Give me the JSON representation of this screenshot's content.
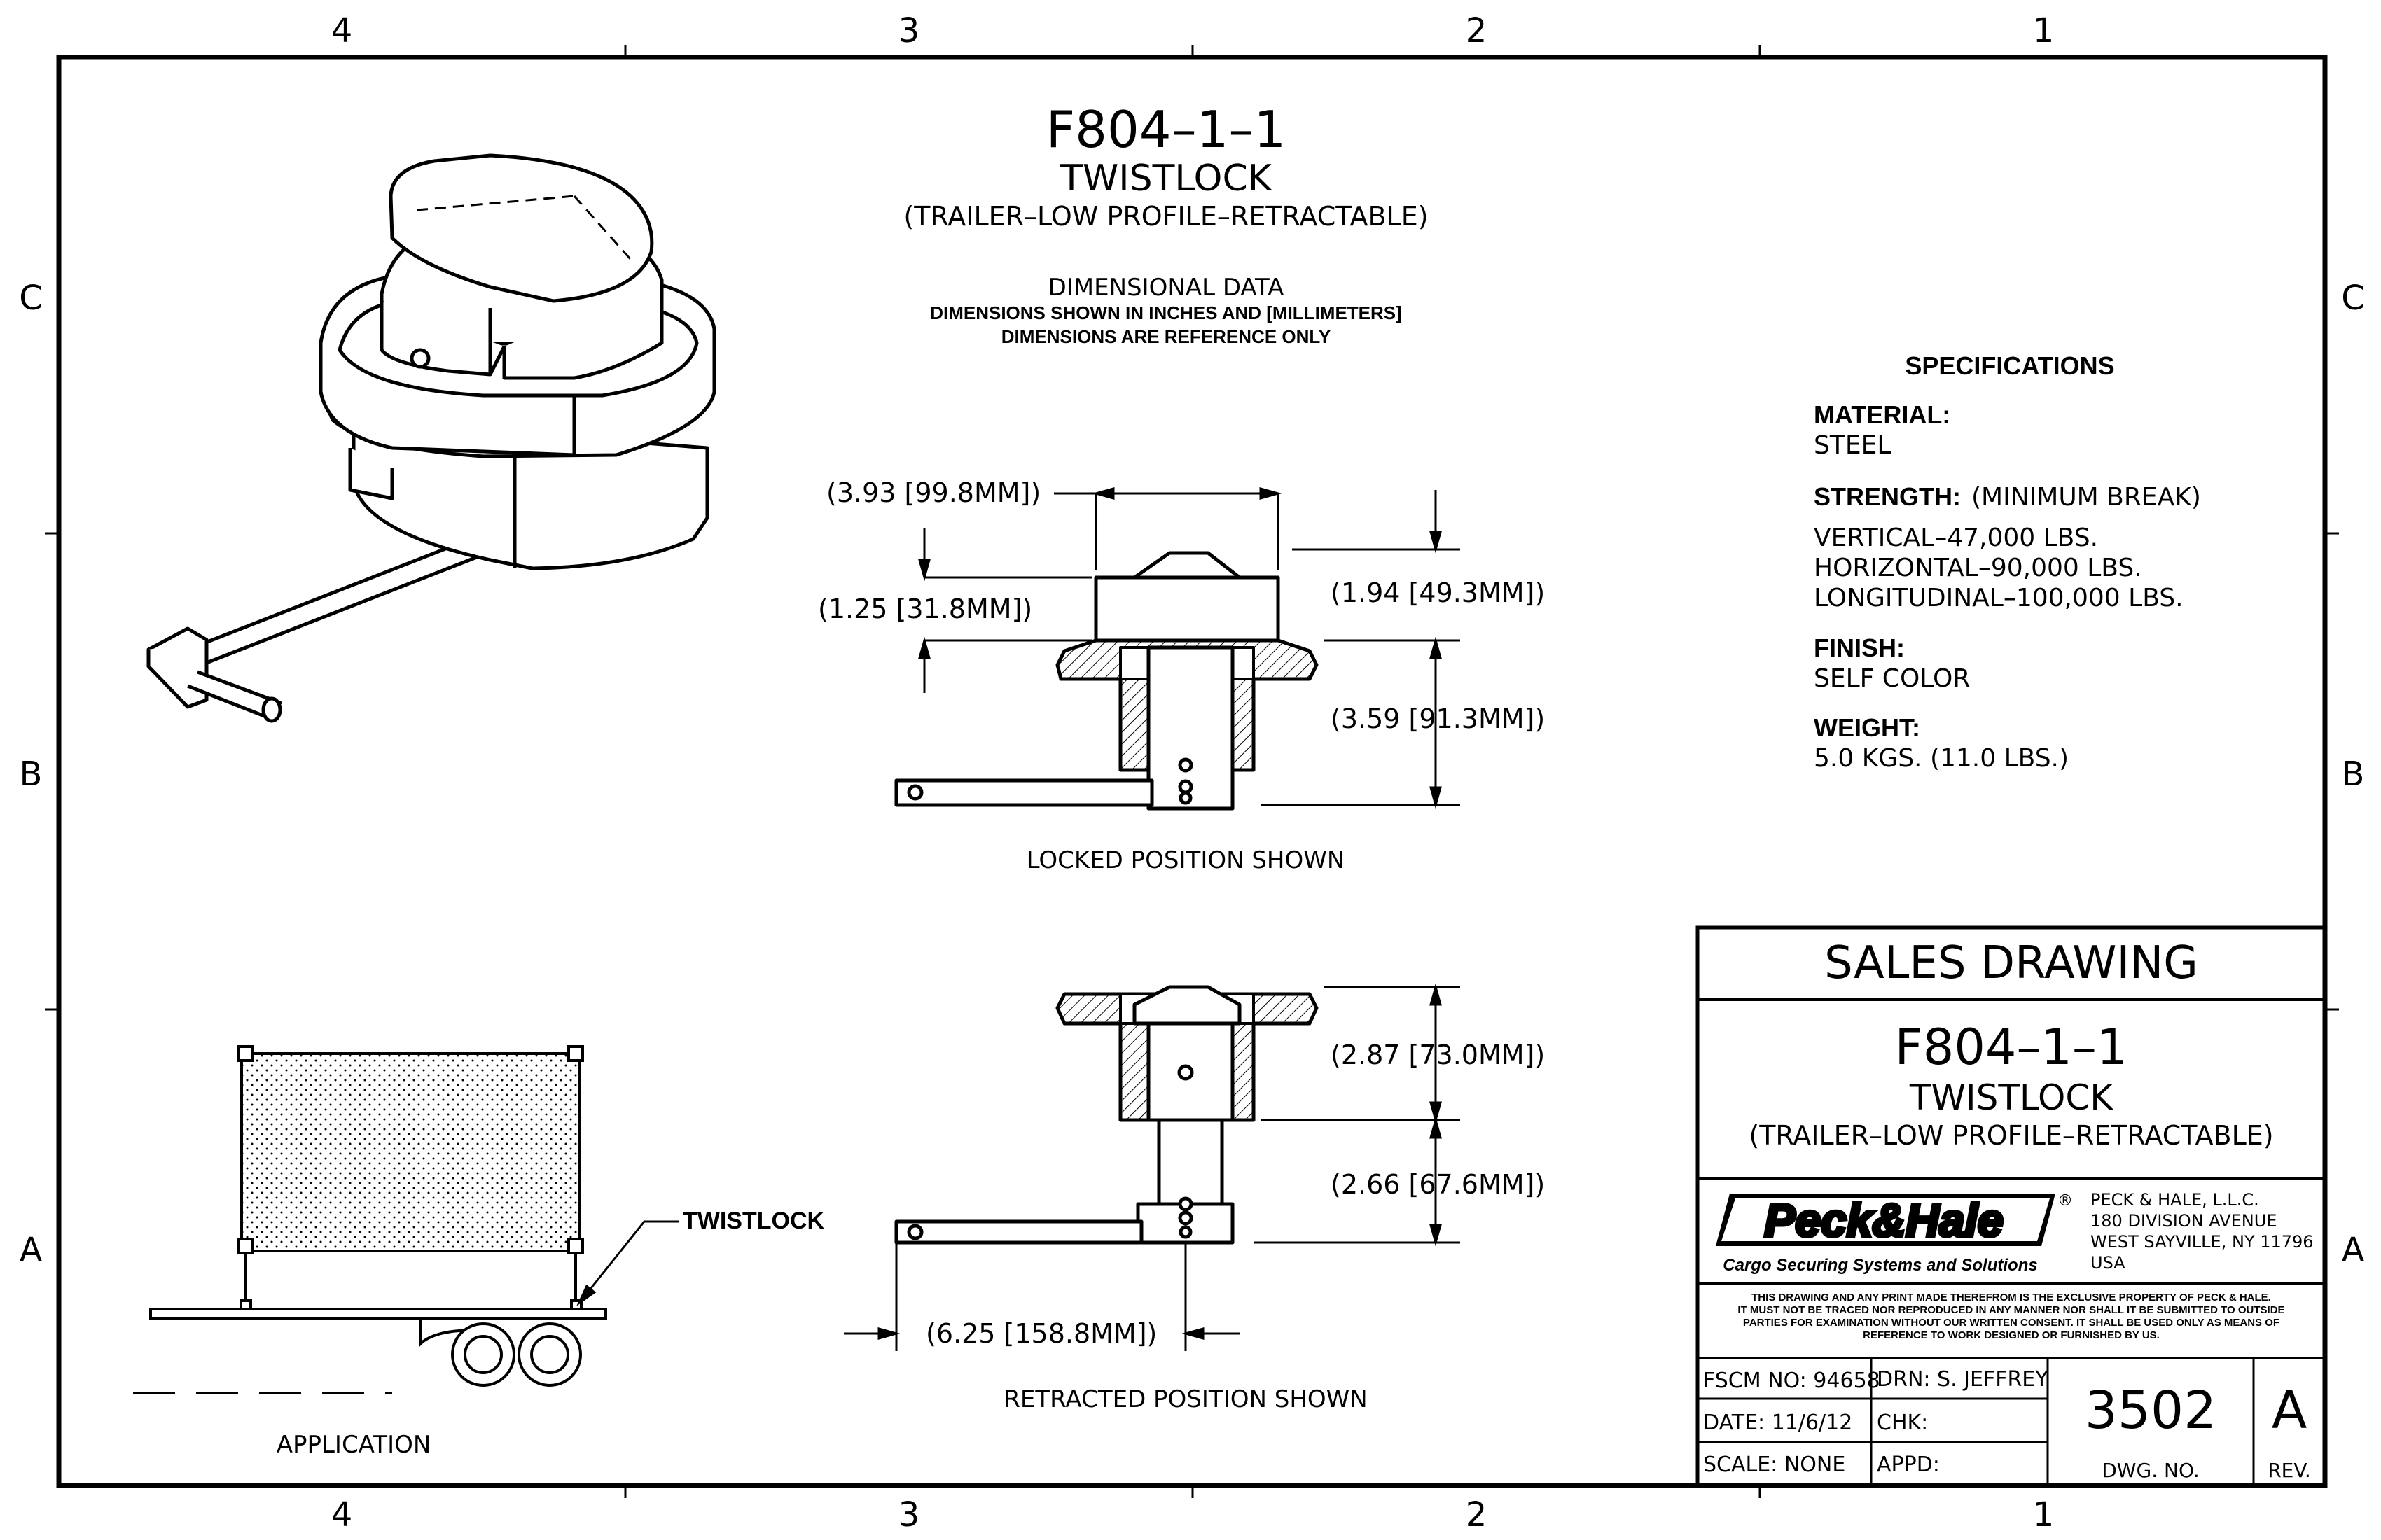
{
  "border": {
    "col_labels": [
      "4",
      "3",
      "2",
      "1"
    ],
    "row_labels": [
      "C",
      "B",
      "A"
    ]
  },
  "header": {
    "part_no": "F804–1–1",
    "name": "TWISTLOCK",
    "desc": "(TRAILER–LOW PROFILE–RETRACTABLE)",
    "dim_title": "DIMENSIONAL DATA",
    "dim_note1": "DIMENSIONS SHOWN IN INCHES AND [MILLIMETERS]",
    "dim_note2": "DIMENSIONS ARE REFERENCE ONLY"
  },
  "locked_view": {
    "caption": "LOCKED POSITION SHOWN",
    "dim_width": "(3.93 [99.8MM])",
    "dim_top": "(1.25 [31.8MM])",
    "dim_right_upper": "(1.94 [49.3MM])",
    "dim_right_lower": "(3.59 [91.3MM])"
  },
  "retracted_view": {
    "caption": "RETRACTED POSITION SHOWN",
    "dim_upper": "(2.87 [73.0MM])",
    "dim_lower": "(2.66 [67.6MM])",
    "dim_length": "(6.25 [158.8MM])"
  },
  "application": {
    "caption": "APPLICATION",
    "callout": "TWISTLOCK"
  },
  "specifications": {
    "title": "SPECIFICATIONS",
    "material_label": "MATERIAL:",
    "material_value": "STEEL",
    "strength_label": "STRENGTH:",
    "strength_note": "(MINIMUM BREAK)",
    "strength_values": [
      "VERTICAL–47,000 LBS.",
      "HORIZONTAL–90,000 LBS.",
      "LONGITUDINAL–100,000 LBS."
    ],
    "finish_label": "FINISH:",
    "finish_value": "SELF COLOR",
    "weight_label": "WEIGHT:",
    "weight_value": "5.0 KGS. (11.0 LBS.)"
  },
  "title_block": {
    "heading": "SALES DRAWING",
    "part_no": "F804–1–1",
    "name": "TWISTLOCK",
    "desc": "(TRAILER–LOW PROFILE–RETRACTABLE)",
    "logo_text": "Peck&Hale",
    "logo_registered": "®",
    "tagline": "Cargo Securing Systems and Solutions",
    "address": [
      "PECK & HALE, L.L.C.",
      "180 DIVISION AVENUE",
      "WEST SAYVILLE, NY 11796",
      "USA"
    ],
    "disclaimer": [
      "THIS DRAWING AND ANY PRINT MADE THEREFROM IS THE EXCLUSIVE PROPERTY OF PECK & HALE.",
      "IT MUST NOT BE TRACED NOR REPRODUCED IN ANY MANNER NOR SHALL IT BE SUBMITTED TO OUTSIDE",
      "PARTIES FOR EXAMINATION WITHOUT OUR WRITTEN CONSENT.  IT SHALL BE USED ONLY AS MEANS OF",
      "REFERENCE TO WORK DESIGNED OR FURNISHED BY US."
    ],
    "fscm": "FSCM NO: 94658",
    "drn": "DRN: S. JEFFREY",
    "date": "DATE: 11/6/12",
    "chk": "CHK:",
    "scale": "SCALE:  NONE",
    "appd": "APPD:",
    "dwg_no": "3502",
    "dwg_no_label": "DWG. NO.",
    "rev": "A",
    "rev_label": "REV."
  }
}
